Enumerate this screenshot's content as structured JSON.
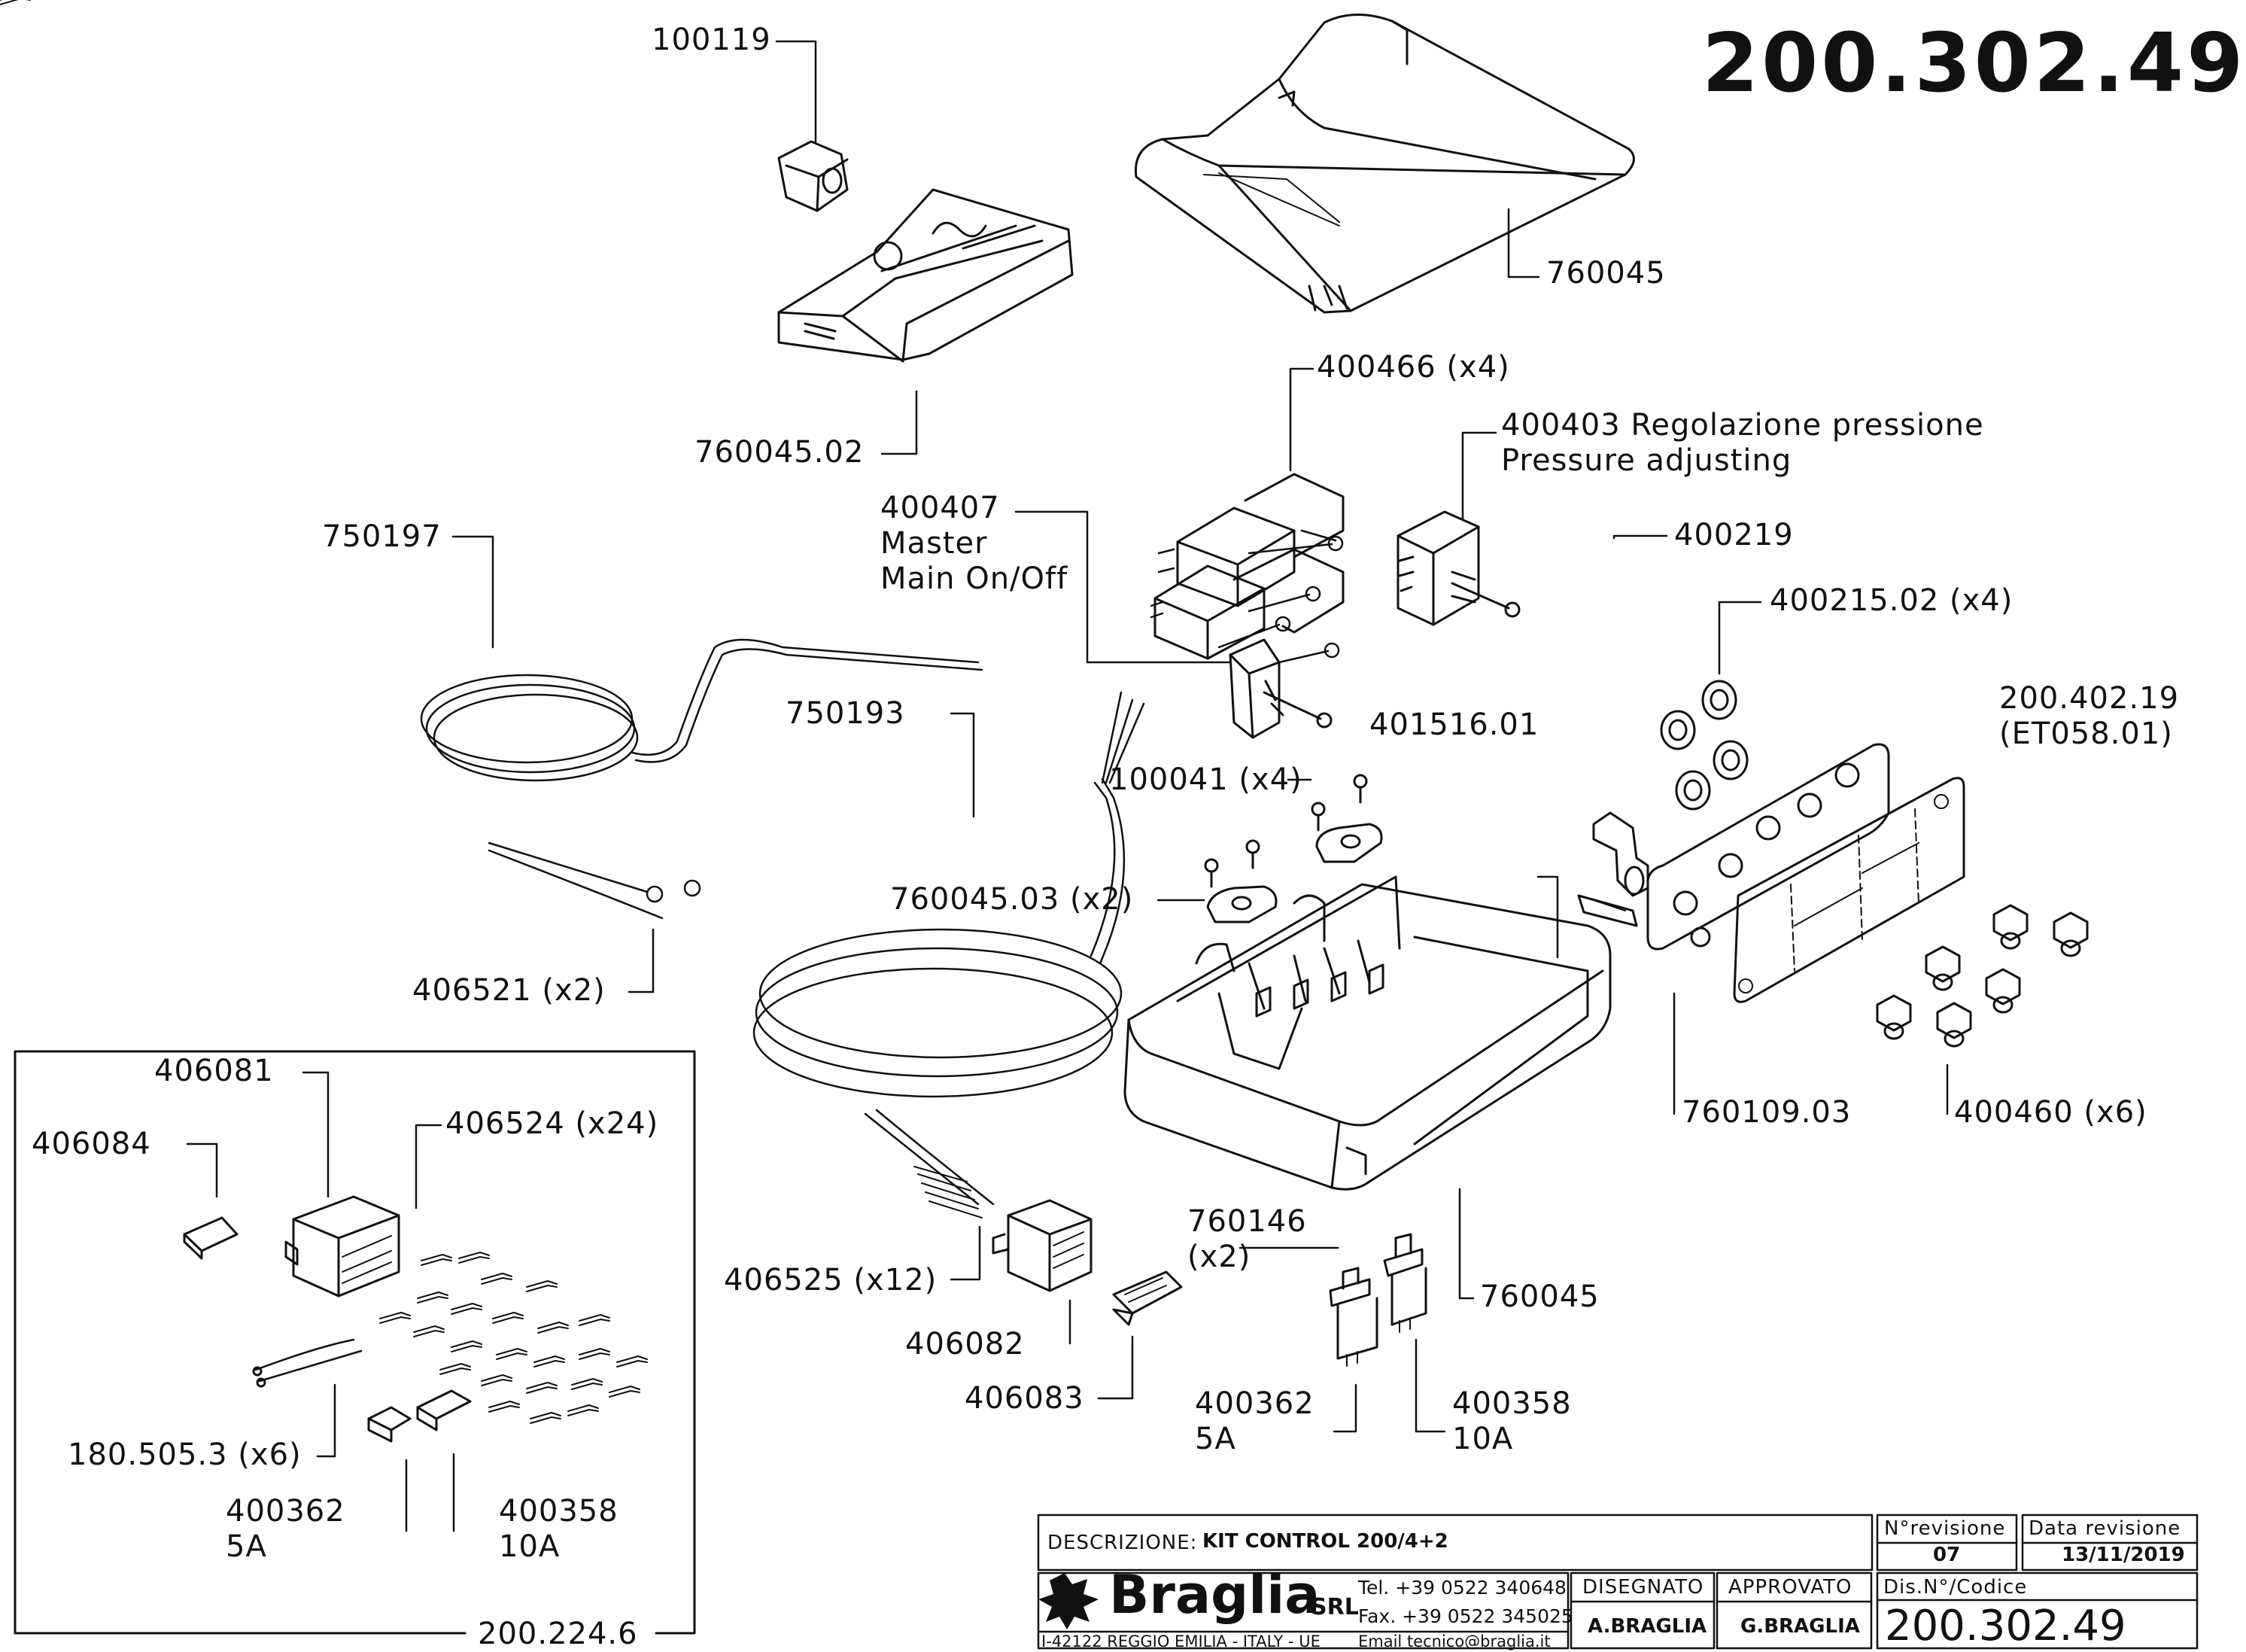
{
  "drawing_code": "200.302.49",
  "callouts": {
    "c100119": "100119",
    "c760045_top": "760045",
    "c760045_02": "760045.02",
    "c400466": "400466 (x4)",
    "c400403": "400403 Regolazione pressione\nPressure adjusting",
    "c750197": "750197",
    "c400407": "400407\nMaster\nMain On/Off",
    "c400219": "400219",
    "c400215_02": "400215.02 (x4)",
    "c200_402_19": "200.402.19\n(ET058.01)",
    "c750193": "750193",
    "c401516_01": "401516.01",
    "c100041": "100041 (x4)",
    "c760045_03": "760045.03 (x2)",
    "c406521": "406521 (x2)",
    "c760109_03": "760109.03",
    "c400460": "400460 (x6)",
    "c406081": "406081",
    "c406524": "406524 (x24)",
    "c406084": "406084",
    "c760146": "760146\n(x2)",
    "c406525": "406525 (x12)",
    "c760045_bottom": "760045",
    "c406082": "406082",
    "c406083": "406083",
    "c400362_right": "400362\n5A",
    "c400358_right": "400358\n10A",
    "c180_505_3": "180.505.3 (x6)",
    "c400362_left": "400362\n5A",
    "c400358_left": "400358\n10A",
    "c200_224_6": "200.224.6"
  },
  "title_block": {
    "descrizione_label": "DESCRIZIONE:",
    "descrizione_value": "KIT CONTROL 200/4+2",
    "revisione_label": "N°revisione",
    "revisione_value": "07",
    "data_label": "Data revisione",
    "data_value": "13/11/2019",
    "company_name": "Braglia",
    "company_suffix": "SRL",
    "tel": "Tel. +39 0522 340648",
    "fax": "Fax. +39 0522 345025",
    "address": "I-42122 REGGIO EMILIA - ITALY - UE",
    "email": "Email tecnico@braglia.it",
    "disegnato_label": "DISEGNATO",
    "disegnato_value": "A.BRAGLIA",
    "approvato_label": "APPROVATO",
    "approvato_value": "G.BRAGLIA",
    "codice_label": "Dis.N°/Codice",
    "codice_value": "200.302.49"
  }
}
